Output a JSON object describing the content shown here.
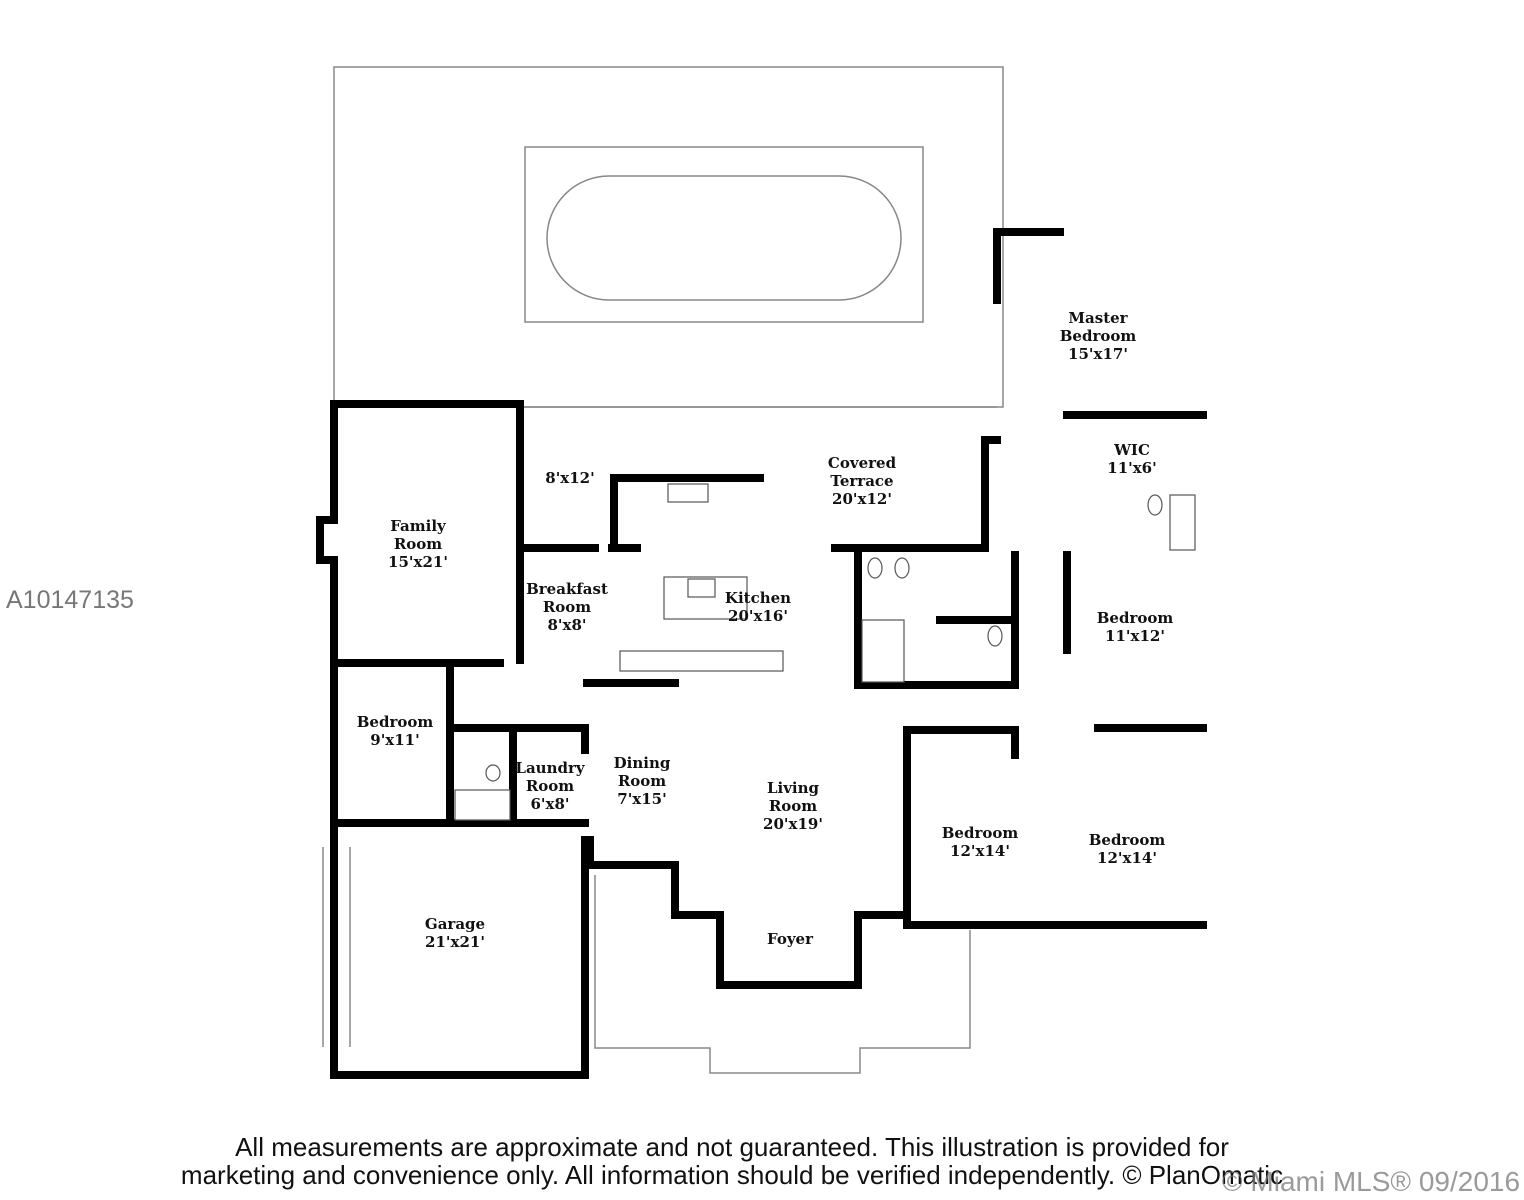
{
  "listing_id": "A10147135",
  "rooms": [
    {
      "key": "master",
      "name": "Master Bedroom",
      "lines": [
        "Master",
        "Bedroom"
      ],
      "size": "15'x17'"
    },
    {
      "key": "wic",
      "name": "WIC",
      "lines": [
        "WIC"
      ],
      "size": "11'x6'"
    },
    {
      "key": "covered-terrace",
      "name": "Covered Terrace",
      "lines": [
        "Covered",
        "Terrace"
      ],
      "size": "20'x12'"
    },
    {
      "key": "terrace-small",
      "name": "",
      "lines": [],
      "size": "8'x12'"
    },
    {
      "key": "family",
      "name": "Family Room",
      "lines": [
        "Family",
        "Room"
      ],
      "size": "15'x21'"
    },
    {
      "key": "breakfast",
      "name": "Breakfast Room",
      "lines": [
        "Breakfast",
        "Room"
      ],
      "size": "8'x8'"
    },
    {
      "key": "kitchen",
      "name": "Kitchen",
      "lines": [
        "Kitchen"
      ],
      "size": "20'x16'"
    },
    {
      "key": "bedroom-ne",
      "name": "Bedroom",
      "lines": [
        "Bedroom"
      ],
      "size": "11'x12'"
    },
    {
      "key": "bedroom-w",
      "name": "Bedroom",
      "lines": [
        "Bedroom"
      ],
      "size": "9'x11'"
    },
    {
      "key": "laundry",
      "name": "Laundry Room",
      "lines": [
        "Laundry",
        "Room"
      ],
      "size": "6'x8'"
    },
    {
      "key": "dining",
      "name": "Dining Room",
      "lines": [
        "Dining",
        "Room"
      ],
      "size": "7'x15'"
    },
    {
      "key": "living",
      "name": "Living Room",
      "lines": [
        "Living",
        "Room"
      ],
      "size": "20'x19'"
    },
    {
      "key": "bedroom-s1",
      "name": "Bedroom",
      "lines": [
        "Bedroom"
      ],
      "size": "12'x14'"
    },
    {
      "key": "bedroom-s2",
      "name": "Bedroom",
      "lines": [
        "Bedroom"
      ],
      "size": "12'x14'"
    },
    {
      "key": "garage",
      "name": "Garage",
      "lines": [
        "Garage"
      ],
      "size": "21'x21'"
    },
    {
      "key": "foyer",
      "name": "Foyer",
      "lines": [
        "Foyer"
      ],
      "size": ""
    }
  ],
  "disclaimer": {
    "line1": "All measurements are approximate and not guaranteed. This illustration is provided for",
    "line2": "marketing and convenience only. All information should be verified independently. © PlanOmatic"
  },
  "watermark": "© Miami MLS® 09/2016"
}
